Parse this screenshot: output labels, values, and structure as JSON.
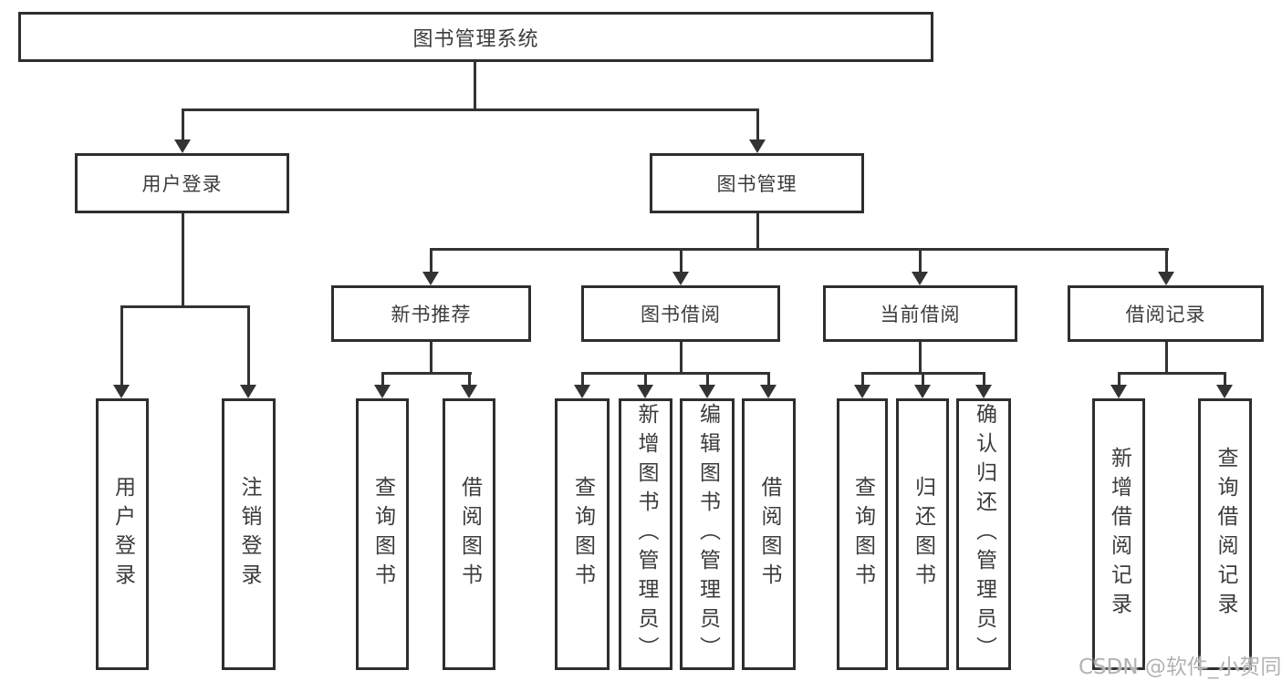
{
  "diagram": {
    "root": {
      "label": "图书管理系统"
    },
    "branches": [
      {
        "label": "用户登录",
        "children": [
          {
            "label": "用户登录"
          },
          {
            "label": "注销登录"
          }
        ]
      },
      {
        "label": "图书管理",
        "children": [
          {
            "label": "新书推荐",
            "children": [
              {
                "label": "查询图书"
              },
              {
                "label": "借阅图书"
              }
            ]
          },
          {
            "label": "图书借阅",
            "children": [
              {
                "label": "查询图书"
              },
              {
                "label": "新增图书（管理员）"
              },
              {
                "label": "编辑图书（管理员）"
              },
              {
                "label": "借阅图书"
              }
            ]
          },
          {
            "label": "当前借阅",
            "children": [
              {
                "label": "查询图书"
              },
              {
                "label": "归还图书"
              },
              {
                "label": "确认归还（管理员）"
              }
            ]
          },
          {
            "label": "借阅记录",
            "children": [
              {
                "label": "新增借阅记录"
              },
              {
                "label": "查询借阅记录"
              }
            ]
          }
        ]
      }
    ]
  },
  "watermark": {
    "text": "CSDN @软件_小贺同学"
  },
  "colors": {
    "line": "#333333",
    "box_border": "#2e2e2e",
    "text": "#3c3c3c",
    "watermark": "#b3b3b3",
    "background": "#ffffff"
  }
}
